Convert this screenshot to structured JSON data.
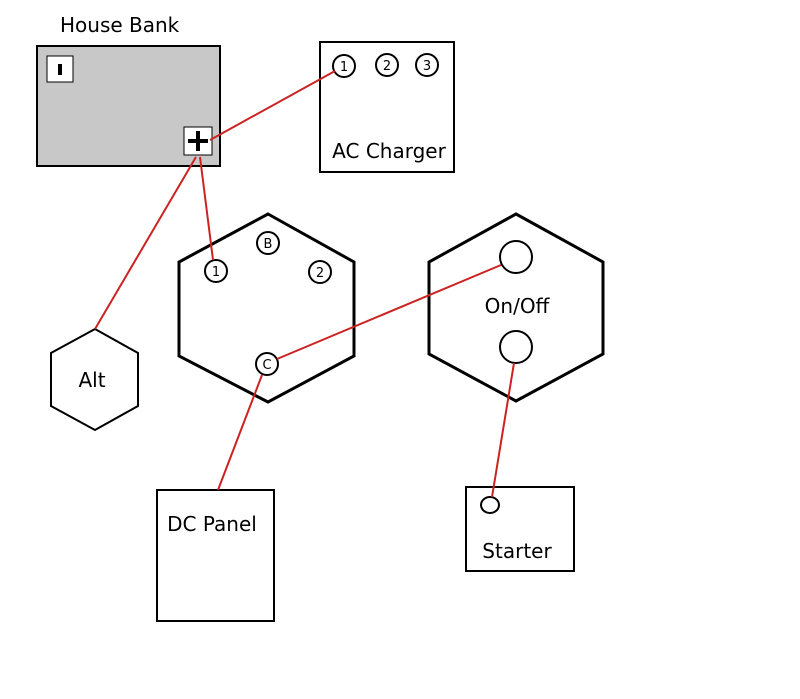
{
  "house_bank": {
    "title": "House Bank",
    "negative_symbol": "▪",
    "positive_symbol": "+",
    "fill_color": "#c8c8c8"
  },
  "ac_charger": {
    "label": "AC Charger",
    "terminals": [
      "1",
      "2",
      "3"
    ]
  },
  "battery_switch": {
    "terminals": {
      "b": "B",
      "one": "1",
      "two": "2",
      "common": "C"
    }
  },
  "on_off_switch": {
    "label": "On/Off"
  },
  "alternator": {
    "label": "Alt"
  },
  "dc_panel": {
    "label": "DC Panel"
  },
  "starter": {
    "label": "Starter"
  },
  "wire_color": "#cc2222"
}
